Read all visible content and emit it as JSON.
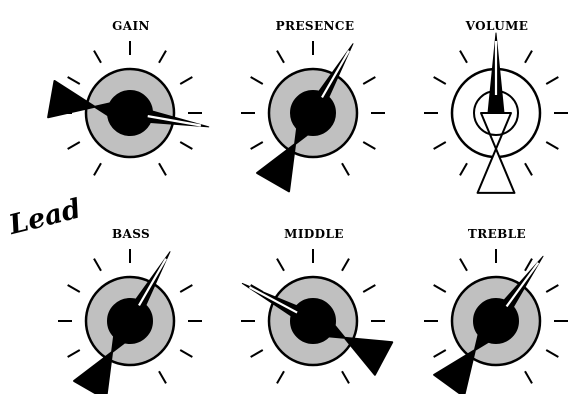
{
  "channel": {
    "label": "Lead"
  },
  "colors": {
    "ink": "#000000",
    "knob_face": "#c0c0c0",
    "background": "#ffffff"
  },
  "knobs": [
    {
      "id": "gain",
      "label": "GAIN",
      "pointer_deg": 100
    },
    {
      "id": "presence",
      "label": "PRESENCE",
      "pointer_deg": 30
    },
    {
      "id": "volume",
      "label": "VOLUME",
      "pointer_deg": 0
    },
    {
      "id": "bass",
      "label": "BASS",
      "pointer_deg": 30
    },
    {
      "id": "middle",
      "label": "MIDDLE",
      "pointer_deg": -62
    },
    {
      "id": "treble",
      "label": "TREBLE",
      "pointer_deg": 36
    }
  ]
}
